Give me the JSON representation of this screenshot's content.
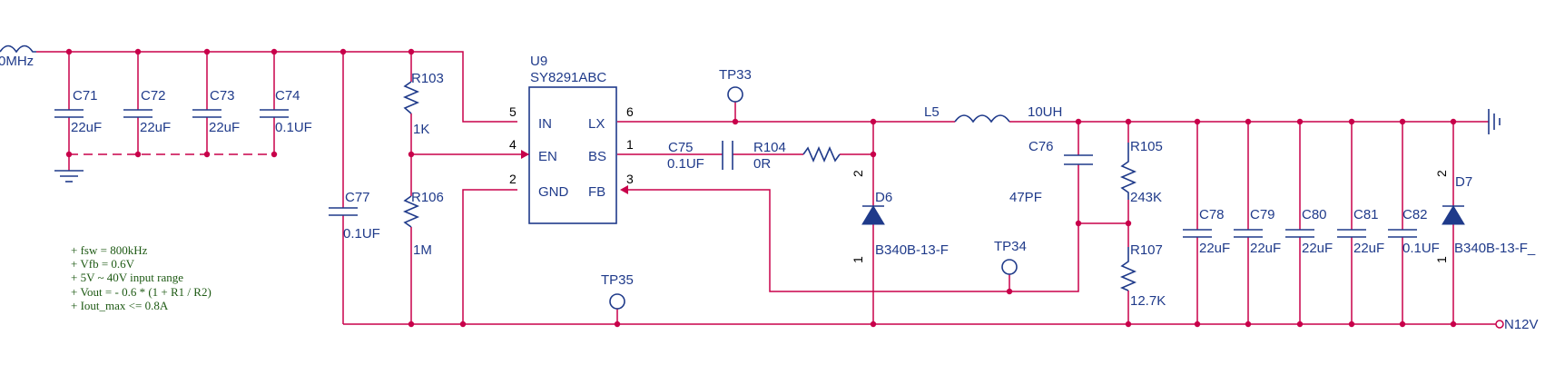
{
  "colors": {
    "wire": "#c8004a",
    "component": "#1f3a8a",
    "note": "#1e5a14",
    "ground": "#1f3a8a"
  },
  "input_label": "0MHz",
  "output_label": "N12V",
  "ic": {
    "ref": "U9",
    "part": "SY8291ABC",
    "pins": {
      "in": "IN",
      "en": "EN",
      "gnd": "GND",
      "lx": "LX",
      "bs": "BS",
      "fb": "FB",
      "n_in": "5",
      "n_en": "4",
      "n_gnd": "2",
      "n_lx": "6",
      "n_bs": "1",
      "n_fb": "3"
    }
  },
  "caps": {
    "c71": {
      "ref": "C71",
      "value": "22uF"
    },
    "c72": {
      "ref": "C72",
      "value": "22uF"
    },
    "c73": {
      "ref": "C73",
      "value": "22uF"
    },
    "c74": {
      "ref": "C74",
      "value": "0.1UF"
    },
    "c75": {
      "ref": "C75",
      "value": "0.1UF"
    },
    "c76": {
      "ref": "C76",
      "value": "47PF"
    },
    "c77": {
      "ref": "C77",
      "value": "0.1UF"
    },
    "c78": {
      "ref": "C78",
      "value": "22uF"
    },
    "c79": {
      "ref": "C79",
      "value": "22uF"
    },
    "c80": {
      "ref": "C80",
      "value": "22uF"
    },
    "c81": {
      "ref": "C81",
      "value": "22uF"
    },
    "c82": {
      "ref": "C82",
      "value": "0.1UF"
    }
  },
  "resistors": {
    "r103": {
      "ref": "R103",
      "value": "1K"
    },
    "r104": {
      "ref": "R104",
      "value": "0R"
    },
    "r105": {
      "ref": "R105",
      "value": "243K"
    },
    "r106": {
      "ref": "R106",
      "value": "1M"
    },
    "r107": {
      "ref": "R107",
      "value": "12.7K"
    }
  },
  "inductor": {
    "ref": "L5",
    "value": "10UH"
  },
  "diodes": {
    "d6": {
      "ref": "D6",
      "part": "B340B-13-F",
      "pin_top": "2",
      "pin_bot": "1"
    },
    "d7": {
      "ref": "D7",
      "part": "B340B-13-F_",
      "pin_top": "2",
      "pin_bot": "1"
    }
  },
  "testpoints": {
    "tp33": "TP33",
    "tp34": "TP34",
    "tp35": "TP35"
  },
  "notes": [
    "+ fsw = 800kHz",
    "+ Vfb = 0.6V",
    "+ 5V ~ 40V input range",
    "+ Vout = - 0.6 * (1 + R1 / R2)",
    "+ Iout_max <= 0.8A"
  ]
}
